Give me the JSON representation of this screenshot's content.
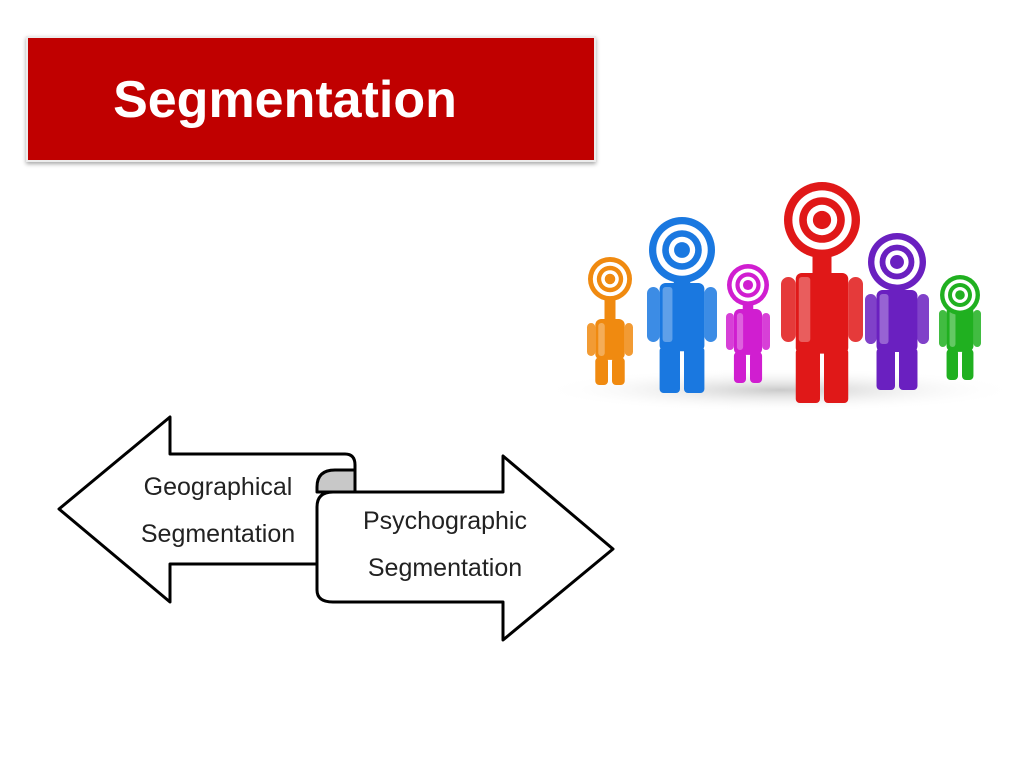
{
  "slide": {
    "title": "Segmentation"
  },
  "arrows": {
    "left": {
      "line1": "Geographical",
      "line2": "Segmentation"
    },
    "right": {
      "line1": "Psychographic",
      "line2": "Segmentation"
    }
  },
  "figures": [
    {
      "name": "orange-figure",
      "color": "#f08a10"
    },
    {
      "name": "blue-figure",
      "color": "#1a78e0"
    },
    {
      "name": "magenta-figure",
      "color": "#d01ed0"
    },
    {
      "name": "red-figure",
      "color": "#e01818"
    },
    {
      "name": "purple-figure",
      "color": "#6a20c0"
    },
    {
      "name": "green-figure",
      "color": "#20b020"
    }
  ]
}
